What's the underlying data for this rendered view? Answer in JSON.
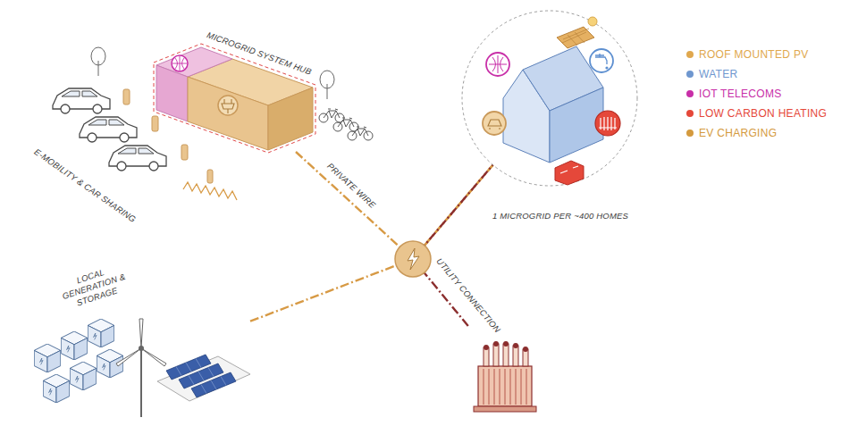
{
  "diagram": {
    "nodes": [
      {
        "text": [
          "MICROGRID SYSTEM HUB"
        ]
      },
      {
        "text": [
          "1 MICROGRID PER ~400 HOMES"
        ]
      },
      {
        "text": [
          "LOCAL GENERATION & STORAGE"
        ]
      },
      {
        "text": [
          "UTILITY CONNECTION"
        ]
      }
    ],
    "edges": [
      {
        "from": 0,
        "to": 1,
        "arrow": "none",
        "label": "PRIVATE WIRE"
      },
      {
        "from": 2,
        "to": 1,
        "arrow": "none"
      },
      {
        "from": 3,
        "to": 1,
        "arrow": "none"
      }
    ],
    "labels": [
      "E-MOBILITY & CAR SHARING"
    ],
    "legend": [
      {
        "text": "ROOF MOUNTED PV",
        "color": "#e0a84e"
      },
      {
        "text": "WATER",
        "color": "#6f97cf"
      },
      {
        "text": "IOT TELECOMS",
        "color": "#c82fa8"
      },
      {
        "text": "LOW CARBON HEATING",
        "color": "#e5483a"
      },
      {
        "text": "EV CHARGING",
        "color": "#d49a3e"
      }
    ]
  }
}
